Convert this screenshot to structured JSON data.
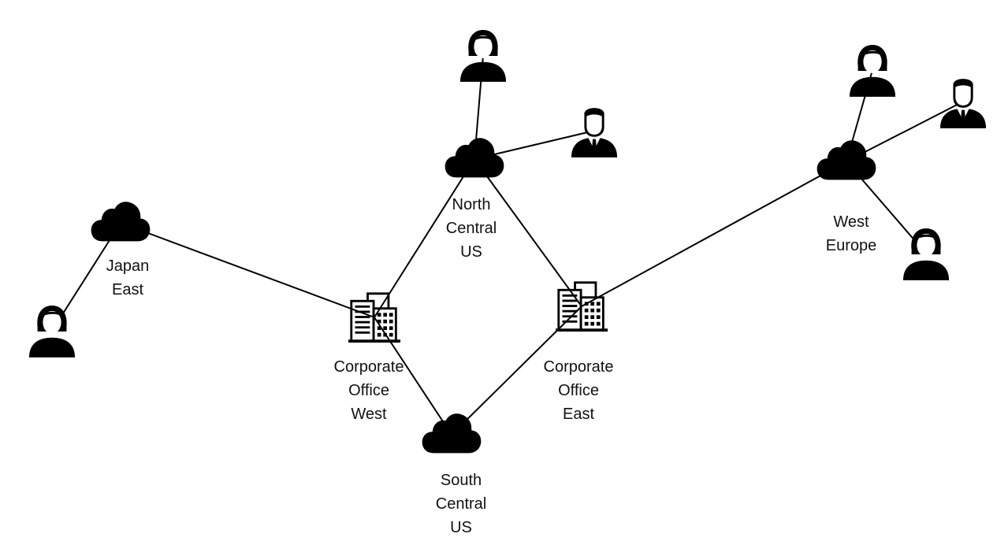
{
  "nodes": {
    "north_central_us": {
      "kind": "cloud",
      "label": [
        "North",
        "Central",
        "US"
      ]
    },
    "south_central_us": {
      "kind": "cloud",
      "label": [
        "South",
        "Central",
        "US"
      ]
    },
    "japan_east": {
      "kind": "cloud",
      "label": [
        "Japan",
        "East"
      ]
    },
    "west_europe": {
      "kind": "cloud",
      "label": [
        "West",
        "Europe"
      ]
    },
    "corporate_office_west": {
      "kind": "building",
      "label": [
        "Corporate",
        "Office",
        "West"
      ]
    },
    "corporate_office_east": {
      "kind": "building",
      "label": [
        "Corporate",
        "Office",
        "East"
      ]
    },
    "user_japan": {
      "kind": "person-female"
    },
    "user_nc_1": {
      "kind": "person-female"
    },
    "user_nc_2": {
      "kind": "person-male"
    },
    "user_we_1": {
      "kind": "person-female"
    },
    "user_we_2": {
      "kind": "person-male"
    },
    "user_we_3": {
      "kind": "person-female"
    }
  },
  "links": [
    [
      "japan_east",
      "corporate_office_west"
    ],
    [
      "japan_east",
      "user_japan"
    ],
    [
      "corporate_office_west",
      "north_central_us"
    ],
    [
      "corporate_office_west",
      "south_central_us"
    ],
    [
      "north_central_us",
      "corporate_office_east"
    ],
    [
      "south_central_us",
      "corporate_office_east"
    ],
    [
      "north_central_us",
      "user_nc_1"
    ],
    [
      "north_central_us",
      "user_nc_2"
    ],
    [
      "corporate_office_east",
      "west_europe"
    ],
    [
      "west_europe",
      "user_we_1"
    ],
    [
      "west_europe",
      "user_we_2"
    ],
    [
      "west_europe",
      "user_we_3"
    ]
  ],
  "colors": {
    "icon": "#000000",
    "line": "#000000",
    "background": "#ffffff"
  }
}
